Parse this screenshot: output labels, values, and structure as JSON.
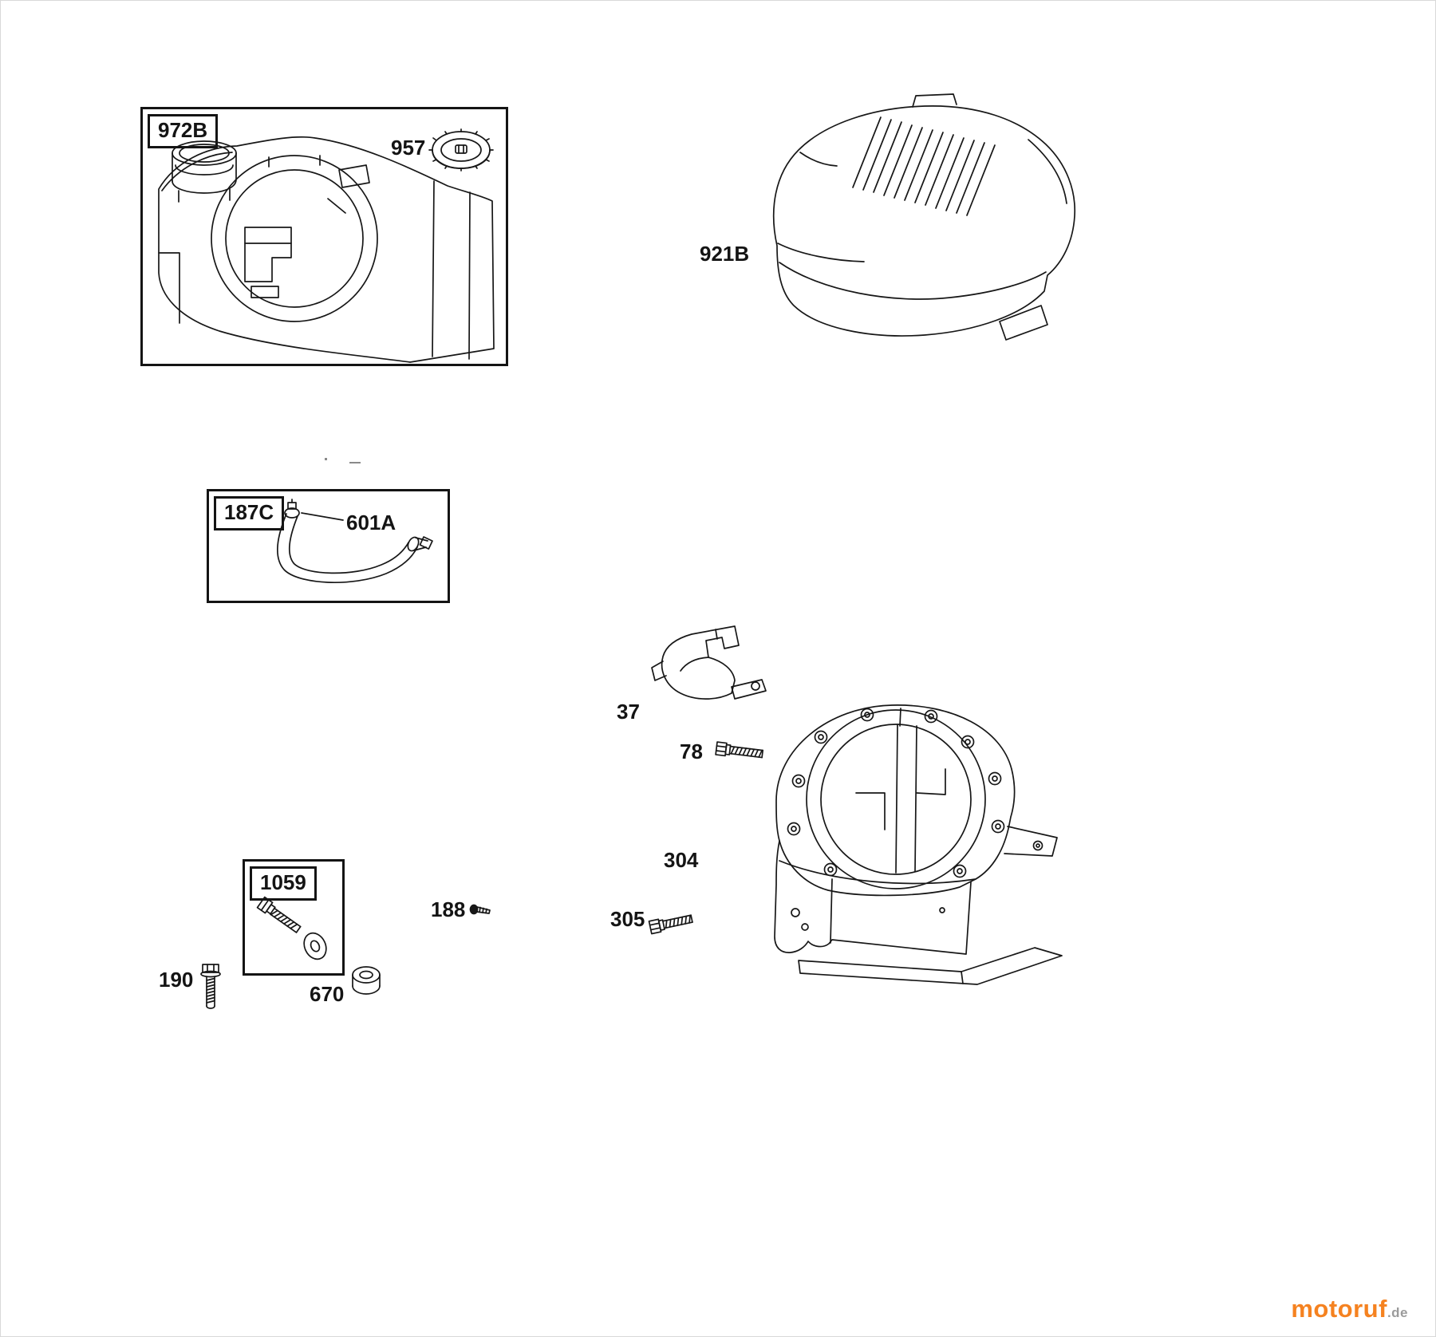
{
  "diagram": {
    "parts": {
      "tank_box": "972B",
      "cap": "957",
      "blower_cover": "921B",
      "fuel_line_box": "187C",
      "fuel_line": "601A",
      "baffle": "37",
      "screw_78": "78",
      "blower_housing": "304",
      "screw_305": "305",
      "hardware_box": "1059",
      "screw_188": "188",
      "bolt_190": "190",
      "spacer_670": "670"
    }
  },
  "watermark": {
    "brand": "motoruf",
    "tld": ".de",
    "brand_color": "#f58220",
    "tld_color": "#9b9b9b"
  }
}
